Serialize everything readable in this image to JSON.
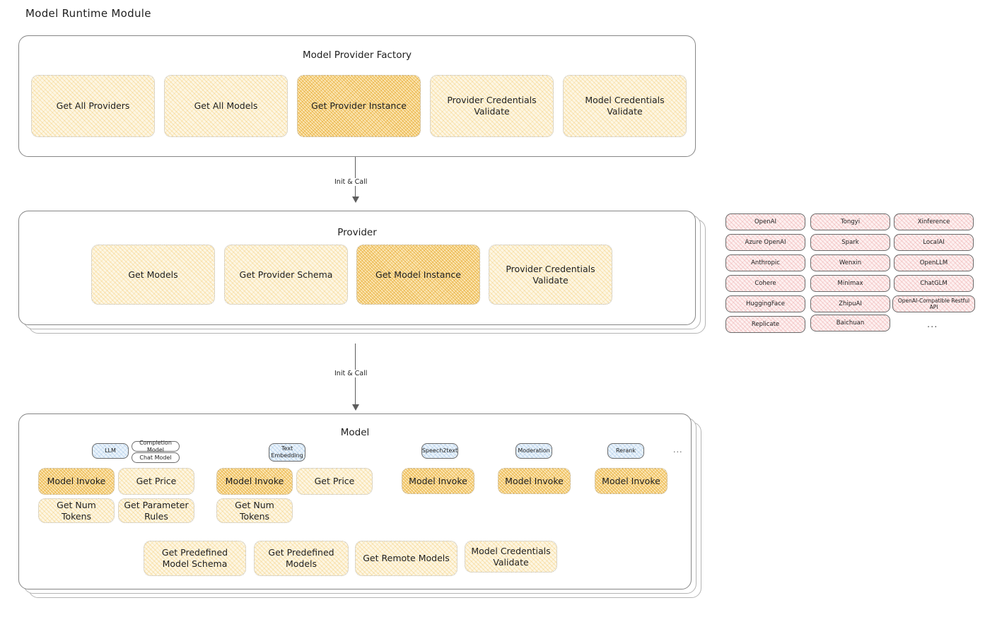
{
  "diagram": {
    "title": "Model Runtime Module",
    "type": "architecture-diagram"
  },
  "factory": {
    "title": "Model Provider Factory",
    "nodes": [
      {
        "label": "Get All Providers",
        "highlighted": false
      },
      {
        "label": "Get All Models",
        "highlighted": false
      },
      {
        "label": "Get Provider Instance",
        "highlighted": true
      },
      {
        "label": "Provider Credentials Validate",
        "highlighted": false
      },
      {
        "label": "Model Credentials Validate",
        "highlighted": false
      }
    ]
  },
  "arrows": [
    {
      "label": "Init & Call",
      "from": "Model Provider Factory",
      "to": "Provider"
    },
    {
      "label": "Init & Call",
      "from": "Provider",
      "to": "Model"
    }
  ],
  "provider": {
    "title": "Provider",
    "nodes": [
      {
        "label": "Get Models",
        "highlighted": false
      },
      {
        "label": "Get Provider Schema",
        "highlighted": false
      },
      {
        "label": "Get Model Instance",
        "highlighted": true
      },
      {
        "label": "Provider Credentials Validate",
        "highlighted": false
      }
    ]
  },
  "provider_list": {
    "columns": [
      [
        "OpenAI",
        "Azure OpenAI",
        "Anthropic",
        "Cohere",
        "HuggingFace",
        "Replicate"
      ],
      [
        "Tongyi",
        "Spark",
        "Wenxin",
        "Minimax",
        "ZhipuAI",
        "Baichuan"
      ],
      [
        "Xinference",
        "LocalAI",
        "OpenLLM",
        "ChatGLM",
        "OpenAI-Compatible Restful API"
      ]
    ],
    "more": "..."
  },
  "model": {
    "title": "Model",
    "more": "...",
    "groups": [
      {
        "tag": "LLM",
        "subtags": [
          "Completion Model",
          "Chat Model"
        ],
        "nodes": [
          {
            "label": "Model Invoke",
            "highlighted": true
          },
          {
            "label": "Get Price",
            "highlighted": false
          },
          {
            "label": "Get Num Tokens",
            "highlighted": false
          },
          {
            "label": "Get Parameter Rules",
            "highlighted": false
          }
        ]
      },
      {
        "tag": "Text Embedding",
        "subtags": [],
        "nodes": [
          {
            "label": "Model Invoke",
            "highlighted": true
          },
          {
            "label": "Get Price",
            "highlighted": false
          },
          {
            "label": "Get Num Tokens",
            "highlighted": false
          }
        ]
      },
      {
        "tag": "Speech2text",
        "subtags": [],
        "nodes": [
          {
            "label": "Model Invoke",
            "highlighted": true
          }
        ]
      },
      {
        "tag": "Moderation",
        "subtags": [],
        "nodes": [
          {
            "label": "Model Invoke",
            "highlighted": true
          }
        ]
      },
      {
        "tag": "Rerank",
        "subtags": [],
        "nodes": [
          {
            "label": "Model Invoke",
            "highlighted": true
          }
        ]
      }
    ],
    "common_nodes": [
      "Get Predefined Model Schema",
      "Get Predefined Models",
      "Get Remote Models",
      "Model Credentials Validate"
    ]
  },
  "colors": {
    "amber_light": "#fdf6e3",
    "amber_strong": "#fbe6b4",
    "pink": "#fdf0f0",
    "blue": "#eaf3fb",
    "stroke": "#868686",
    "text": "#1e1e1e"
  }
}
